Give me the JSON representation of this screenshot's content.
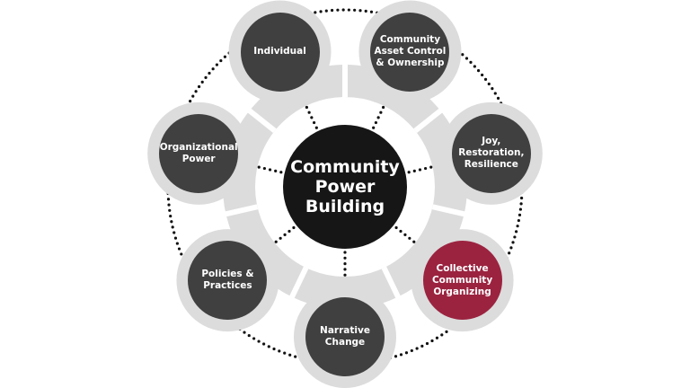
{
  "center": {
    "label": "Community\nPower\nBuilding"
  },
  "nodes": [
    {
      "label": "Narrative\nChange",
      "highlight": false
    },
    {
      "label": "Policies &\nPractices",
      "highlight": false
    },
    {
      "label": "Organizational\nPower",
      "highlight": false
    },
    {
      "label": "Individual",
      "highlight": false
    },
    {
      "label": "Community\nAsset Control\n& Ownership",
      "highlight": false
    },
    {
      "label": "Joy,\nRestoration,\nResilience",
      "highlight": false
    },
    {
      "label": "Collective\nCommunity\nOrganizing",
      "highlight": true
    }
  ],
  "colors": {
    "node": "#404040",
    "highlight": "#9b2340",
    "center": "#161616",
    "ring": "#dcdcdc",
    "dots": "#111111"
  }
}
